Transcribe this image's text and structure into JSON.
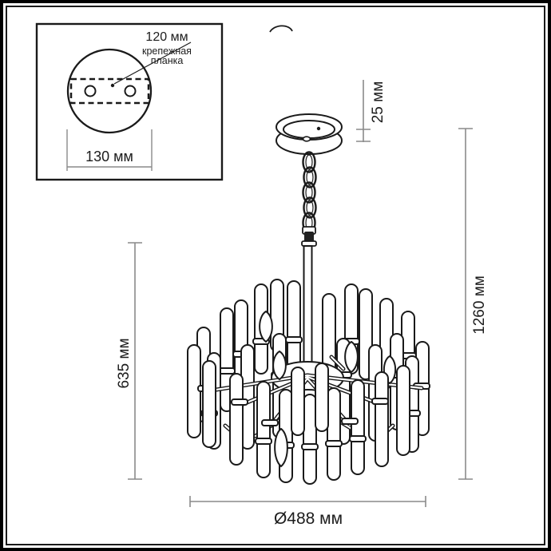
{
  "inset": {
    "hole_spacing": "120 мм",
    "bracket_line1": "крепежная",
    "bracket_line2": "планка",
    "plate_width": "130 мм"
  },
  "dimensions": {
    "canopy_height": "25 мм",
    "fixture_height": "635 мм",
    "total_height": "1260 мм",
    "diameter": "Ø488 мм"
  },
  "colors": {
    "line": "#1a1a1a",
    "dimension_line": "#8a8a8a",
    "text": "#1c1c1c",
    "background": "#ffffff",
    "frame": "#000000"
  }
}
